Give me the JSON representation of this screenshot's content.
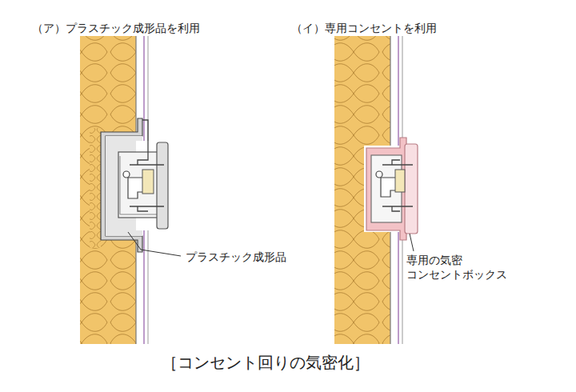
{
  "diagram": {
    "caption": "［コンセント回りの気密化］",
    "labels": [
      "（ア）プラスチック成形品を利用",
      "（イ）専用コンセントを利用",
      "プラスチック成形品",
      "専用の気密 コンセントボックス"
    ]
  }
}
